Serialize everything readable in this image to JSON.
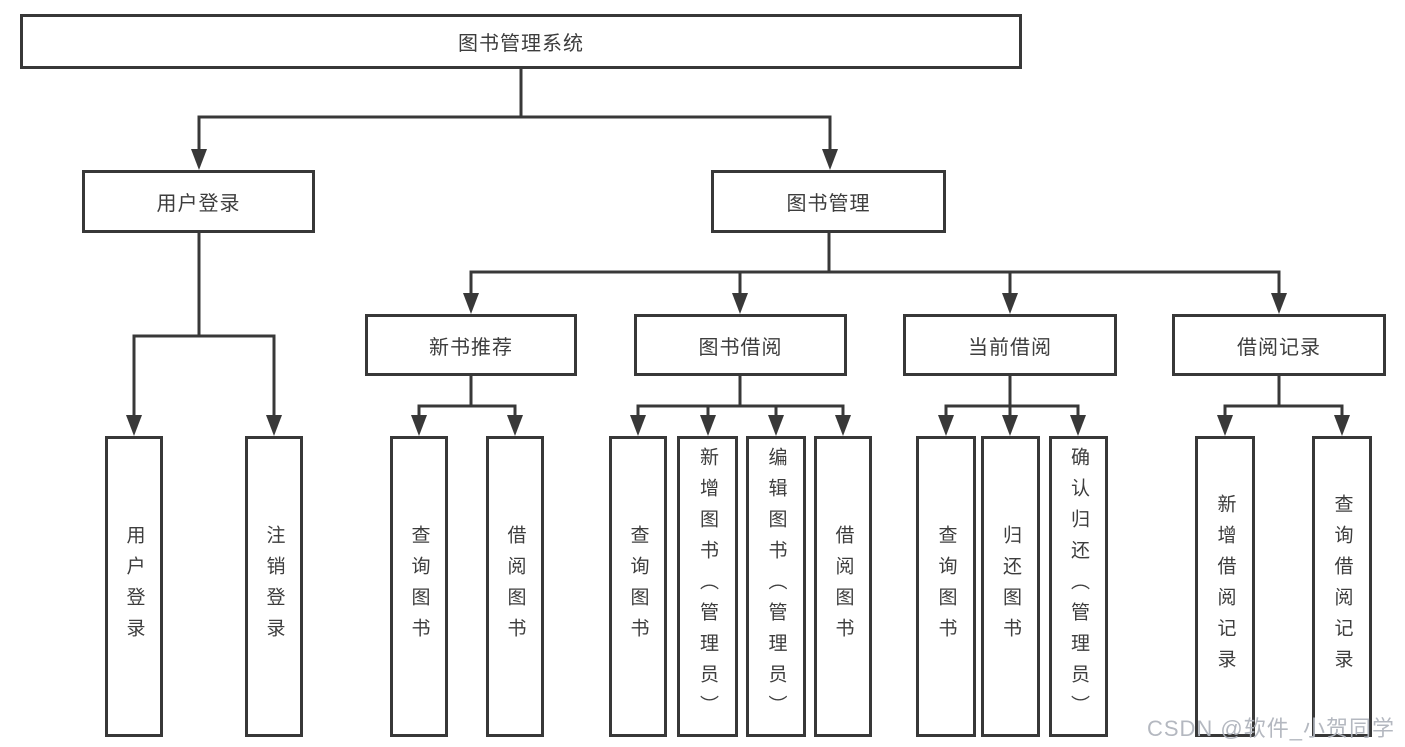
{
  "diagram": {
    "root": {
      "label": "图书管理系统"
    },
    "branches": {
      "user_login": {
        "label": "用户登录",
        "children": [
          {
            "label": "用户登录"
          },
          {
            "label": "注销登录"
          }
        ]
      },
      "book_mgmt": {
        "label": "图书管理",
        "sections": {
          "new_book_rec": {
            "label": "新书推荐",
            "children": [
              {
                "label": "查询图书"
              },
              {
                "label": "借阅图书"
              }
            ]
          },
          "book_borrow": {
            "label": "图书借阅",
            "children": [
              {
                "label": "查询图书"
              },
              {
                "label": "新增图书（管理员）"
              },
              {
                "label": "编辑图书（管理员）"
              },
              {
                "label": "借阅图书"
              }
            ]
          },
          "current_borrow": {
            "label": "当前借阅",
            "children": [
              {
                "label": "查询图书"
              },
              {
                "label": "归还图书"
              },
              {
                "label": "确认归还（管理员）"
              }
            ]
          },
          "borrow_records": {
            "label": "借阅记录",
            "children": [
              {
                "label": "新增借阅记录"
              },
              {
                "label": "查询借阅记录"
              }
            ]
          }
        }
      }
    }
  },
  "watermark": "CSDN @软件_小贺同学",
  "colors": {
    "line": "#383838",
    "text": "#3d3d3d",
    "watermark": "#b0b4bd",
    "background": "#ffffff"
  }
}
